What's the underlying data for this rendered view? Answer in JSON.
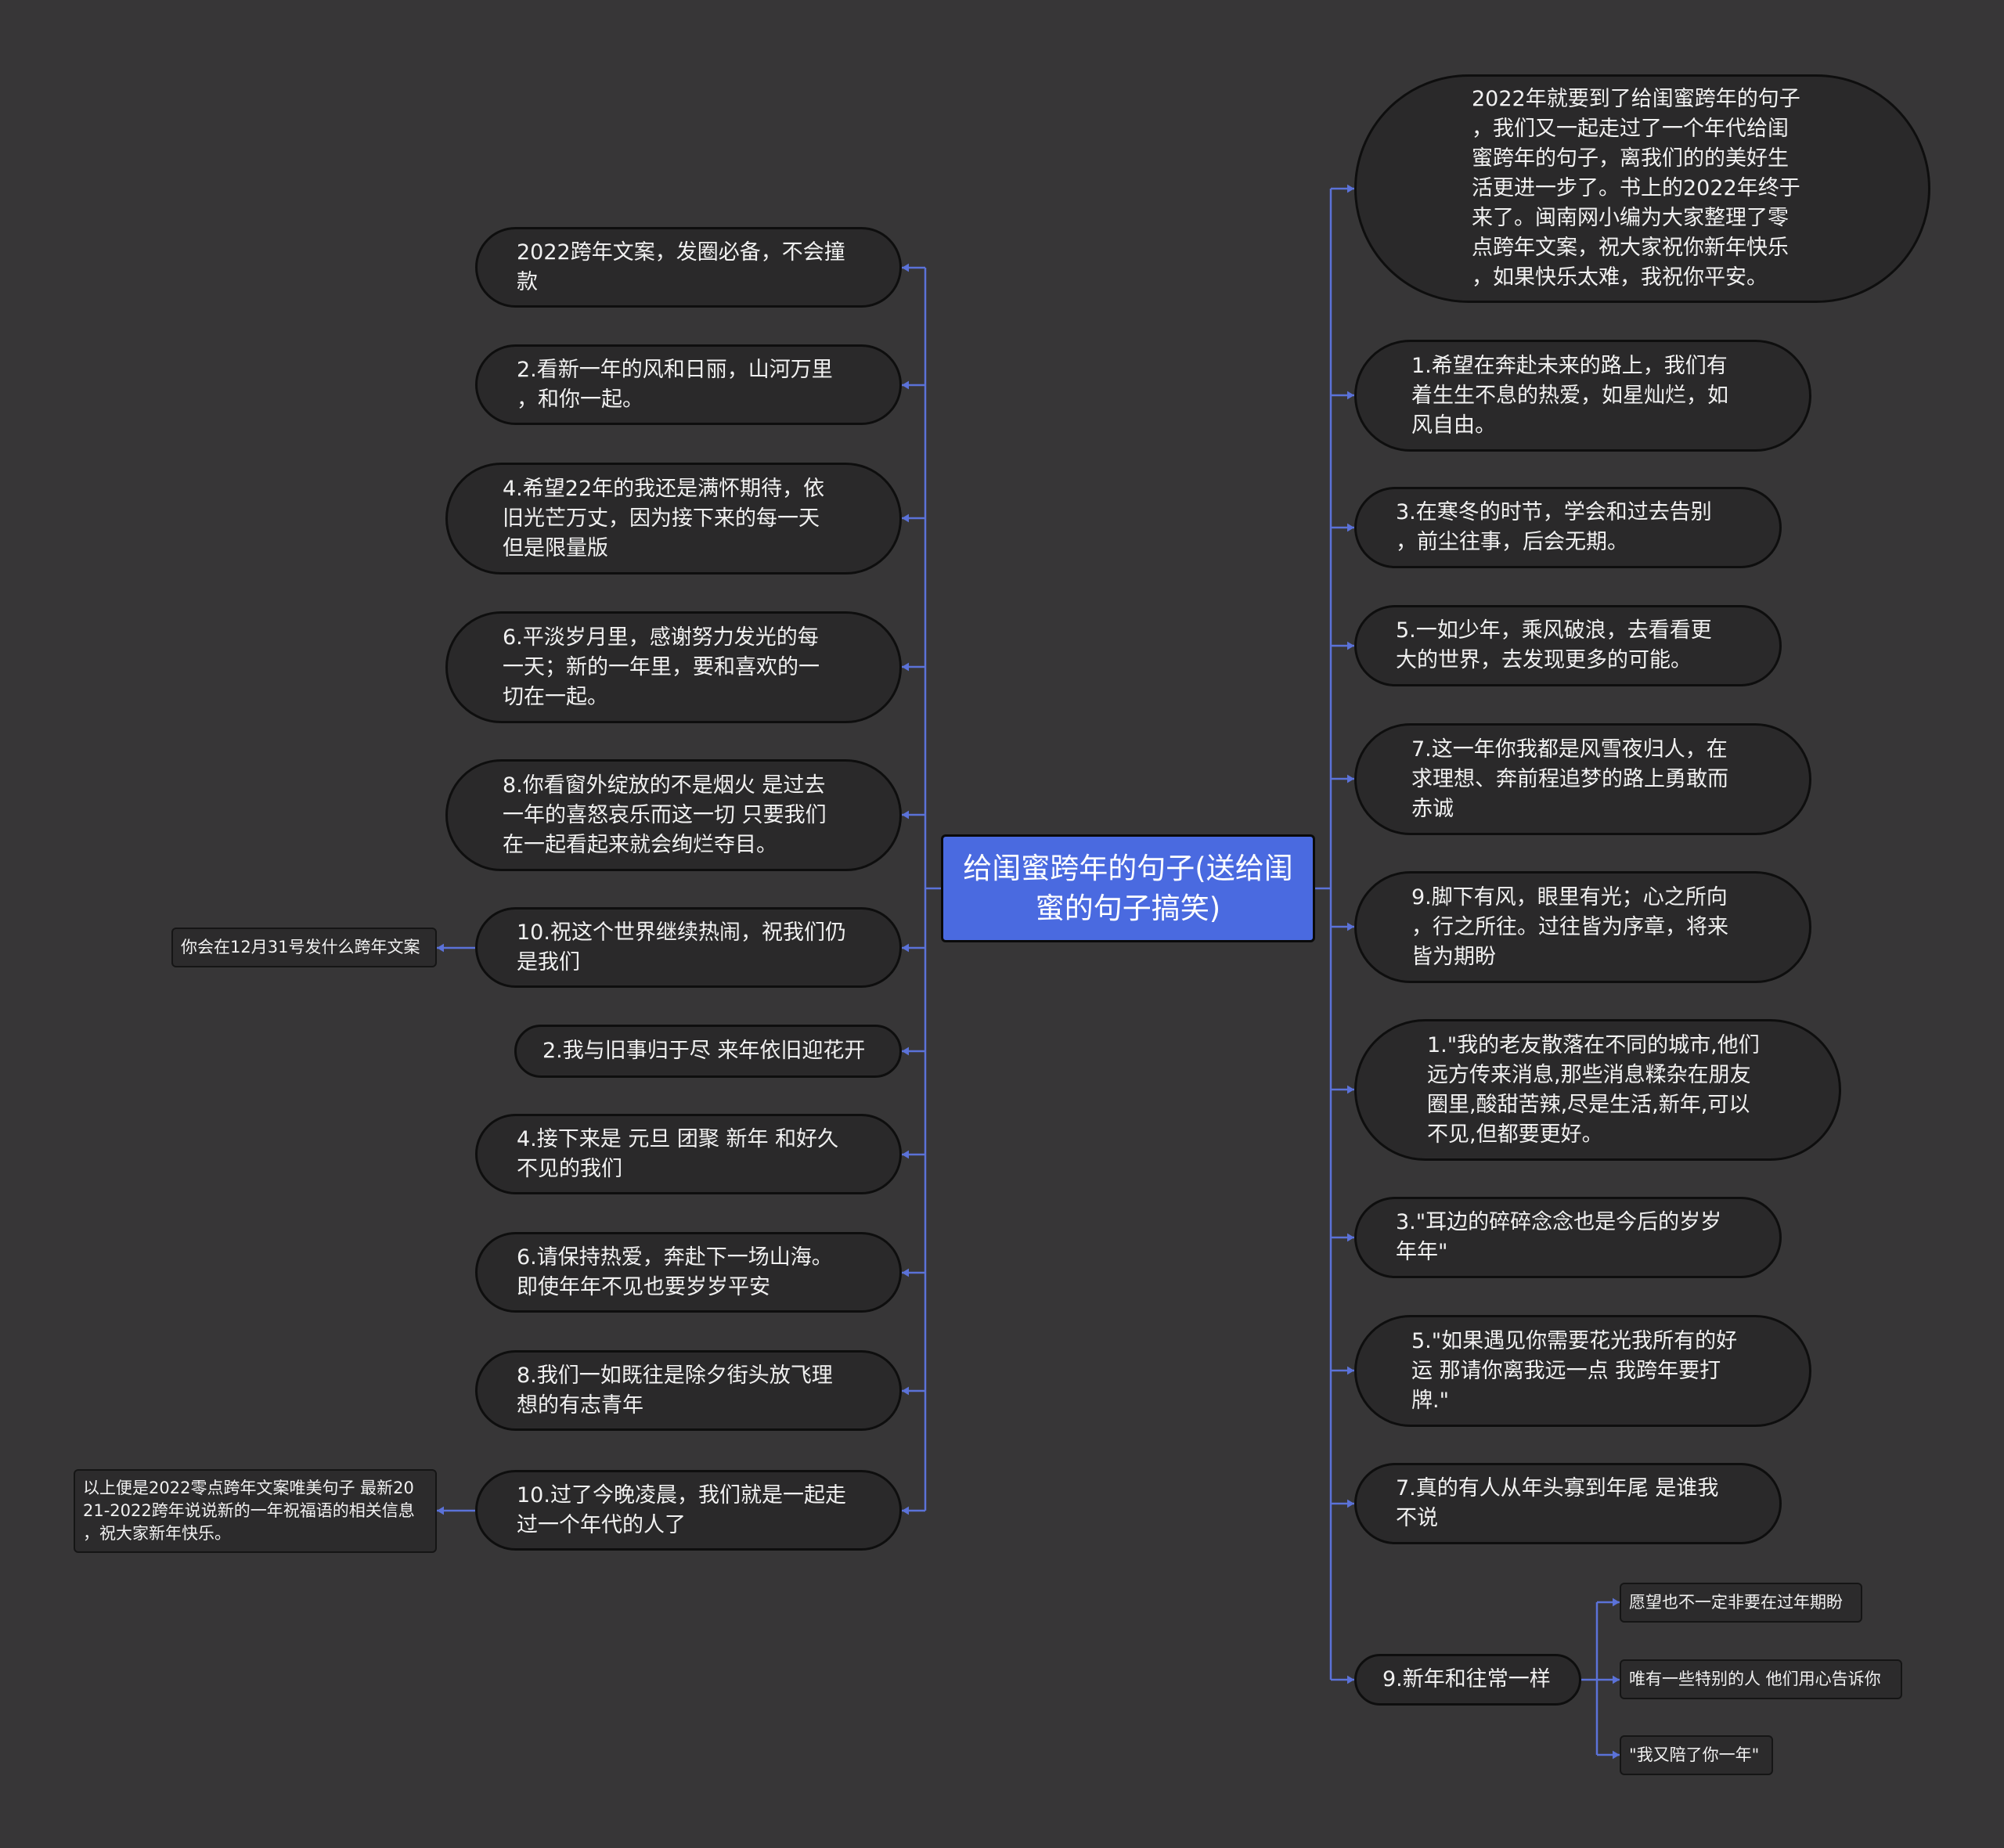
{
  "colors": {
    "background": "#373637",
    "node_fill": "#2a292a",
    "root_fill": "#4a6ae0",
    "connector": "#5b72d8"
  },
  "root": {
    "label": "给闺蜜跨年的句子(送给闺\n蜜的句子搞笑)"
  },
  "left": [
    {
      "label": "2022跨年文案，发圈必备，不会撞\n款"
    },
    {
      "label": "2.看新一年的风和日丽，山河万里\n，和你一起。"
    },
    {
      "label": "4.希望22年的我还是满怀期待，依\n旧光芒万丈，因为接下来的每一天\n但是限量版"
    },
    {
      "label": "6.平淡岁月里，感谢努力发光的每\n一天；新的一年里，要和喜欢的一\n切在一起。"
    },
    {
      "label": "8.你看窗外绽放的不是烟火 是过去\n一年的喜怒哀乐而这一切 只要我们\n在一起看起来就会绚烂夺目。"
    },
    {
      "label": "10.祝这个世界继续热闹，祝我们仍\n是我们"
    },
    {
      "label": "2.我与旧事归于尽 来年依旧迎花开"
    },
    {
      "label": "4.接下来是 元旦 团聚 新年 和好久\n不见的我们"
    },
    {
      "label": "6.请保持热爱，奔赴下一场山海。\n即使年年不见也要岁岁平安"
    },
    {
      "label": "8.我们一如既往是除夕街头放飞理\n想的有志青年"
    },
    {
      "label": "10.过了今晚凌晨，我们就是一起走\n过一个年代的人了"
    }
  ],
  "left_leaves": [
    {
      "label": "你会在12月31号发什么跨年文案"
    },
    {
      "label": "以上便是2022零点跨年文案唯美句子 最新20\n21-2022跨年说说新的一年祝福语的相关信息\n，祝大家新年快乐。"
    }
  ],
  "right": [
    {
      "label": "2022年就要到了给闺蜜跨年的句子\n，我们又一起走过了一个年代给闺\n蜜跨年的句子，离我们的的美好生\n活更进一步了。书上的2022年终于\n来了。闽南网小编为大家整理了零\n点跨年文案，祝大家祝你新年快乐\n，如果快乐太难，我祝你平安。"
    },
    {
      "label": "1.希望在奔赴未来的路上，我们有\n着生生不息的热爱，如星灿烂，如\n风自由。"
    },
    {
      "label": "3.在寒冬的时节，学会和过去告别\n，前尘往事，后会无期。"
    },
    {
      "label": "5.一如少年，乘风破浪，去看看更\n大的世界，去发现更多的可能。"
    },
    {
      "label": "7.这一年你我都是风雪夜归人，在\n求理想、奔前程追梦的路上勇敢而\n赤诚"
    },
    {
      "label": "9.脚下有风，眼里有光；心之所向\n，行之所往。过往皆为序章，将来\n皆为期盼"
    },
    {
      "label": "1.\"我的老友散落在不同的城市,他们\n远方传来消息,那些消息糅杂在朋友\n圈里,酸甜苦辣,尽是生活,新年,可以\n不见,但都要更好。"
    },
    {
      "label": "3.\"耳边的碎碎念念也是今后的岁岁\n年年\""
    },
    {
      "label": "5.\"如果遇见你需要花光我所有的好\n运 那请你离我远一点 我跨年要打\n牌.\""
    },
    {
      "label": "7.真的有人从年头寡到年尾 是谁我\n不说"
    },
    {
      "label": "9.新年和往常一样"
    }
  ],
  "right_leaves": [
    {
      "label": "愿望也不一定非要在过年期盼"
    },
    {
      "label": "唯有一些特别的人 他们用心告诉你"
    },
    {
      "label": "\"我又陪了你一年\""
    }
  ]
}
